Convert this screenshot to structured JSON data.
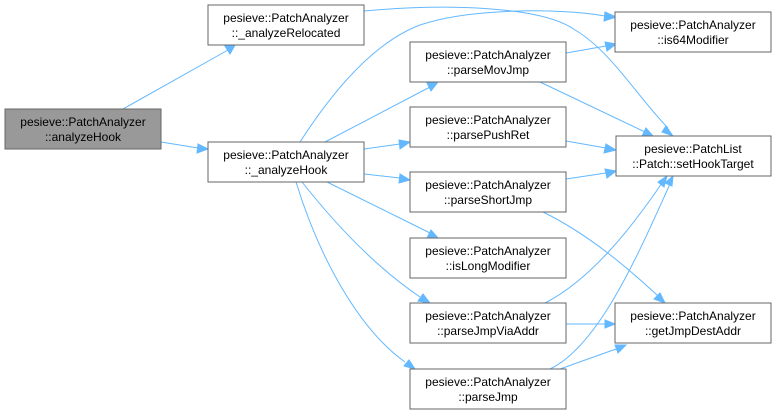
{
  "graph": {
    "nodes": {
      "analyzeHook": {
        "l1": "pesieve::PatchAnalyzer",
        "l2": "::analyzeHook"
      },
      "analyzeRelocated": {
        "l1": "pesieve::PatchAnalyzer",
        "l2": "::_analyzeRelocated"
      },
      "analyzeHookPriv": {
        "l1": "pesieve::PatchAnalyzer",
        "l2": "::_analyzeHook"
      },
      "is64Modifier": {
        "l1": "pesieve::PatchAnalyzer",
        "l2": "::is64Modifier"
      },
      "parseMovJmp": {
        "l1": "pesieve::PatchAnalyzer",
        "l2": "::parseMovJmp"
      },
      "parsePushRet": {
        "l1": "pesieve::PatchAnalyzer",
        "l2": "::parsePushRet"
      },
      "setHookTarget": {
        "l1": "pesieve::PatchList",
        "l2": "::Patch::setHookTarget"
      },
      "parseShortJmp": {
        "l1": "pesieve::PatchAnalyzer",
        "l2": "::parseShortJmp"
      },
      "isLongModifier": {
        "l1": "pesieve::PatchAnalyzer",
        "l2": "::isLongModifier"
      },
      "parseJmpViaAddr": {
        "l1": "pesieve::PatchAnalyzer",
        "l2": "::parseJmpViaAddr"
      },
      "getJmpDestAddr": {
        "l1": "pesieve::PatchAnalyzer",
        "l2": "::getJmpDestAddr"
      },
      "parseJmp": {
        "l1": "pesieve::PatchAnalyzer",
        "l2": "::parseJmp"
      }
    },
    "colors": {
      "edge": "#63b8ff",
      "root_fill": "#999999",
      "border": "#666666"
    }
  }
}
